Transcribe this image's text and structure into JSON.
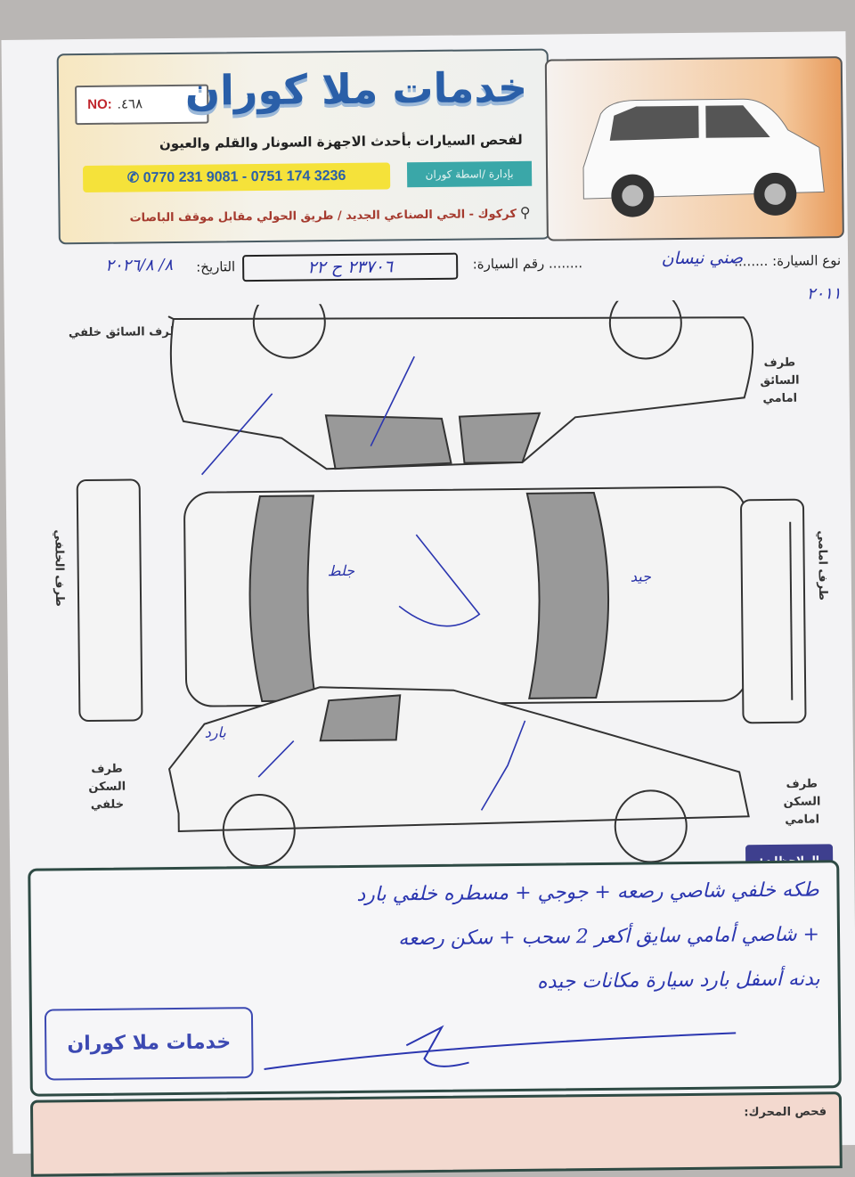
{
  "header": {
    "number_label": "NO:",
    "number_value": ".٤٦٨",
    "brand": "خدمات ملا كوران",
    "tagline": "لفحص السيارات بأحدث الاجهزة السونار والقلم والعيون",
    "phones": "0770 231 9081 - 0751 174 3236",
    "management": "بإدارة /اسطة كوران",
    "address": "كركوك - الحي الصناعي الجديد / طريق الحولي مقابل موقف الباصات",
    "phone_icon": "phone-icon",
    "location_icon": "map-pin-icon"
  },
  "form": {
    "car_type_label": "نوع السيارة: ........",
    "car_type_value": "صني نيسان",
    "plate_label": "........ رقم السيارة:",
    "plate_value": "٢٣٧٠٦ ح ٢٢",
    "date_label": "التاريخ:",
    "date_value": "٨/ ٢٠٢٦/٨",
    "model_year": "٢٠١١"
  },
  "diagram": {
    "driver_rear": "طرف السائق خلفي",
    "driver_front": "طرف السائق امامي",
    "rear": "طرف الخلفي",
    "front": "طرف امامي",
    "passenger_rear": "طرف السكن خلفي",
    "passenger_front": "طرف السكن امامي",
    "marks": [
      "بارد",
      "جيد",
      "جلط"
    ]
  },
  "notes": {
    "label": "الملاحظات:",
    "lines": [
      "طكه خلفي شاصي رصعه + جوجي + مسطره خلفي بارد",
      "+ شاصي أمامي سايق أكعر 2 سحب + سكن رصعه",
      "بدنه أسفل بارد سيارة مكانات جيده"
    ],
    "stamp": "خدمات ملا كوران"
  },
  "engine": {
    "label": "فحص المحرك:"
  },
  "colors": {
    "ink": "#2b36b0",
    "brand_blue": "#2a5fa8",
    "phone_bar": "#f5e23a",
    "notes_tab": "#3e3f8e",
    "engine_bg": "#f3d9cf"
  }
}
